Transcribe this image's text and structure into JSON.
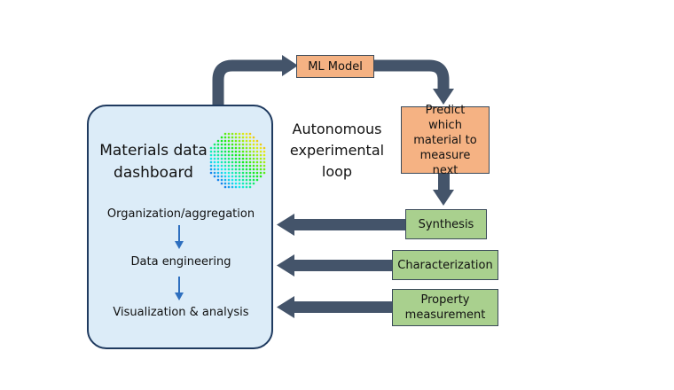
{
  "dashboard": {
    "title": "Materials data dashboard",
    "steps": [
      "Organization/aggregation",
      "Data engineering",
      "Visualization & analysis"
    ]
  },
  "loop_label": "Autonomous experimental loop",
  "nodes": {
    "ml_model": "ML Model",
    "predict": "Predict which material to measure next",
    "synthesis": "Synthesis",
    "characterization": "Characterization",
    "property": "Property measurement"
  },
  "colors": {
    "arrow": "#44546a",
    "dashboard_fill": "#dcecf8",
    "dashboard_border": "#1f3a5f",
    "orange_box": "#f5b283",
    "green_box": "#a9d08e",
    "step_arrow": "#2e6fbf"
  }
}
